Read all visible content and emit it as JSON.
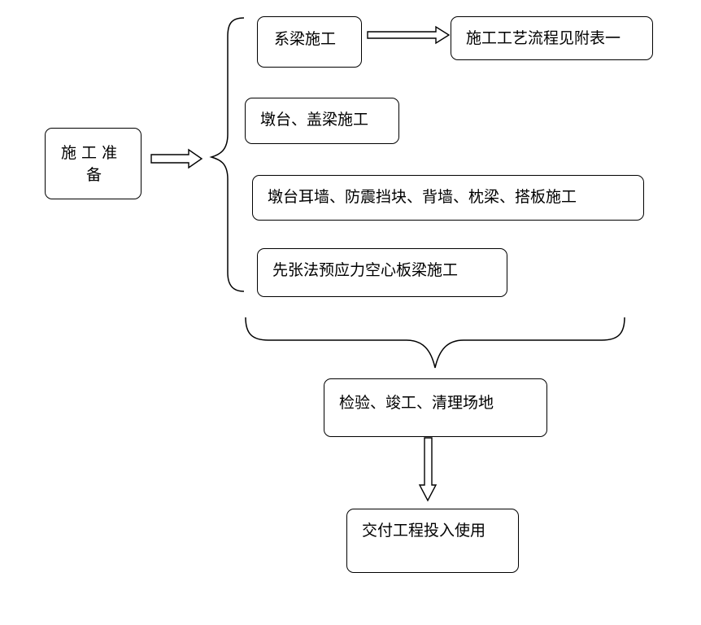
{
  "nodes": {
    "prep_line1": "施 工 准",
    "prep_line2": "备",
    "tieliang": "系梁施工",
    "flow_ref": "施工工艺流程见附表一",
    "dun_tai": "墩台、盖梁施工",
    "ear_wall": "墩台耳墙、防震挡块、背墙、枕梁、搭板施工",
    "pretension": "先张法预应力空心板梁施工",
    "inspection": "检验、竣工、清理场地",
    "handover": "交付工程投入使用"
  }
}
